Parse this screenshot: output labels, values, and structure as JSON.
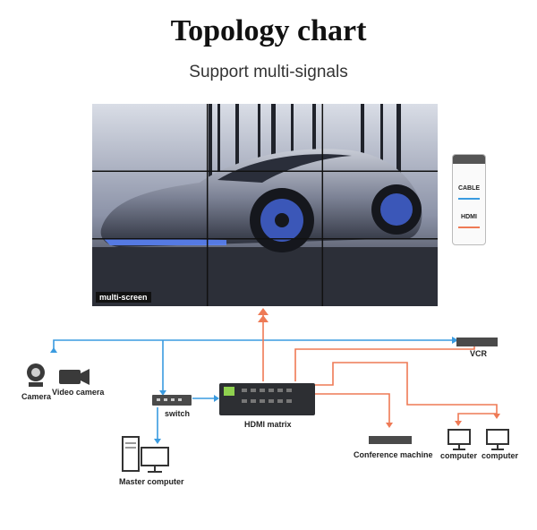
{
  "header": {
    "title": "Topology chart",
    "subtitle": "Support multi-signals"
  },
  "video_wall": {
    "label": "multi-screen"
  },
  "legend": {
    "cable_label": "CABLE",
    "hdmi_label": "HDMI",
    "cable_color": "#3a9be0",
    "hdmi_color": "#ee7a55"
  },
  "devices": {
    "camera": "Camera",
    "video_camera": "Video camera",
    "switch": "switch",
    "master_computer": "Master computer",
    "hdmi_matrix": "HDMI matrix",
    "vcr": "VCR",
    "conference_machine": "Conference machine",
    "computer_1": "computer",
    "computer_2": "computer"
  }
}
